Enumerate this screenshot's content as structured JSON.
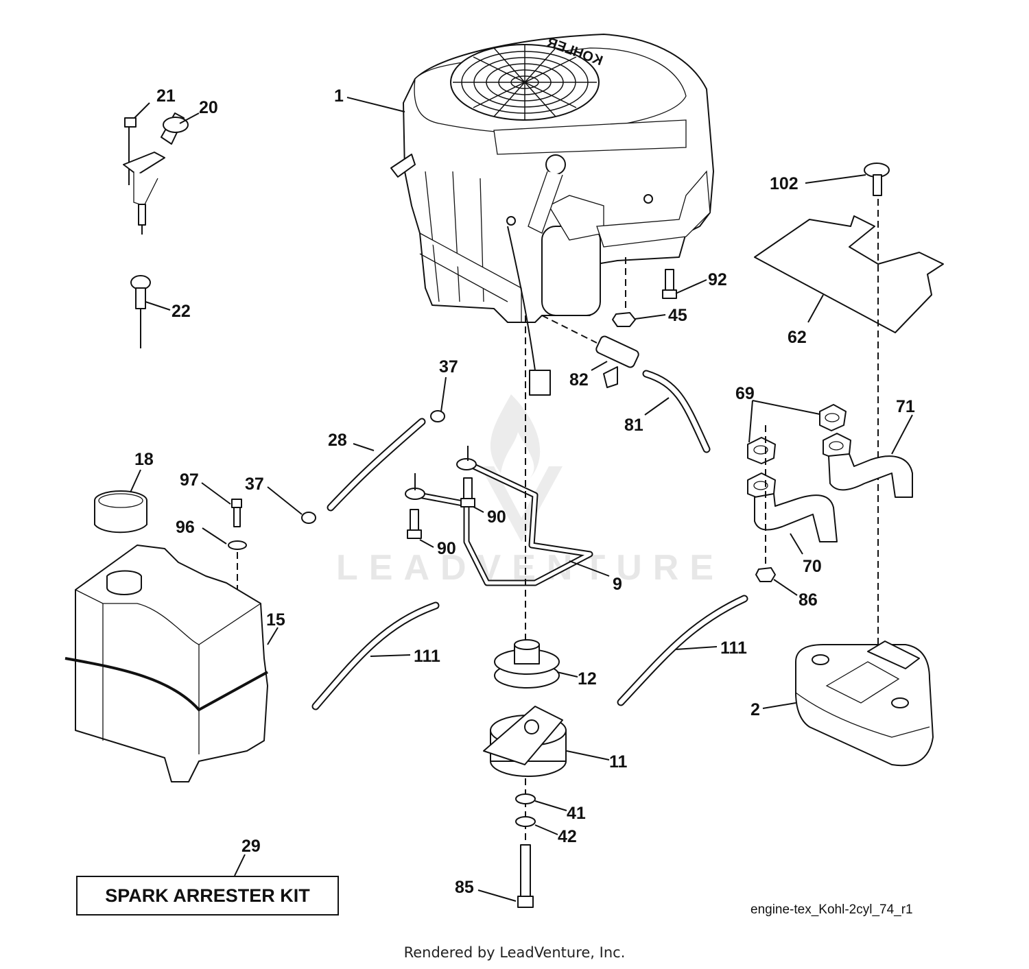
{
  "diagram": {
    "id_label": "engine-tex_Kohl-2cyl_74_r1",
    "footer": "Rendered by LeadVenture, Inc.",
    "watermark": "LEADVENTURE",
    "engine_brand_on_cover": "KOHLER",
    "kit_box": {
      "label": "SPARK ARRESTER KIT",
      "callout": "29"
    }
  },
  "callouts": [
    {
      "number": "1",
      "part": "engine"
    },
    {
      "number": "21",
      "part": "bolt"
    },
    {
      "number": "20",
      "part": "throttle-control"
    },
    {
      "number": "22",
      "part": "choke-knob"
    },
    {
      "number": "102",
      "part": "flange-bolt"
    },
    {
      "number": "62",
      "part": "heat-shield"
    },
    {
      "number": "92",
      "part": "bolt"
    },
    {
      "number": "45",
      "part": "nut"
    },
    {
      "number": "82",
      "part": "oil-drain-valve"
    },
    {
      "number": "81",
      "part": "drain-hose"
    },
    {
      "number": "37",
      "part": "hose-clamp-upper"
    },
    {
      "number": "28",
      "part": "fuel-hose"
    },
    {
      "number": "69",
      "part": "exhaust-gasket"
    },
    {
      "number": "71",
      "part": "exhaust-pipe-right"
    },
    {
      "number": "70",
      "part": "exhaust-pipe-left"
    },
    {
      "number": "18",
      "part": "fuel-cap"
    },
    {
      "number": "97",
      "part": "bolt"
    },
    {
      "number": "37",
      "part": "hose-clamp-lower"
    },
    {
      "number": "96",
      "part": "washer"
    },
    {
      "number": "90",
      "part": "bolt-upper"
    },
    {
      "number": "90",
      "part": "bolt-lower"
    },
    {
      "number": "9",
      "part": "bracket-rod"
    },
    {
      "number": "86",
      "part": "nut"
    },
    {
      "number": "15",
      "part": "fuel-tank"
    },
    {
      "number": "111",
      "part": "hose-left"
    },
    {
      "number": "111",
      "part": "hose-right"
    },
    {
      "number": "12",
      "part": "pulley"
    },
    {
      "number": "2",
      "part": "muffler"
    },
    {
      "number": "11",
      "part": "pto-clutch"
    },
    {
      "number": "41",
      "part": "washer"
    },
    {
      "number": "42",
      "part": "washer"
    },
    {
      "number": "85",
      "part": "bolt"
    }
  ]
}
